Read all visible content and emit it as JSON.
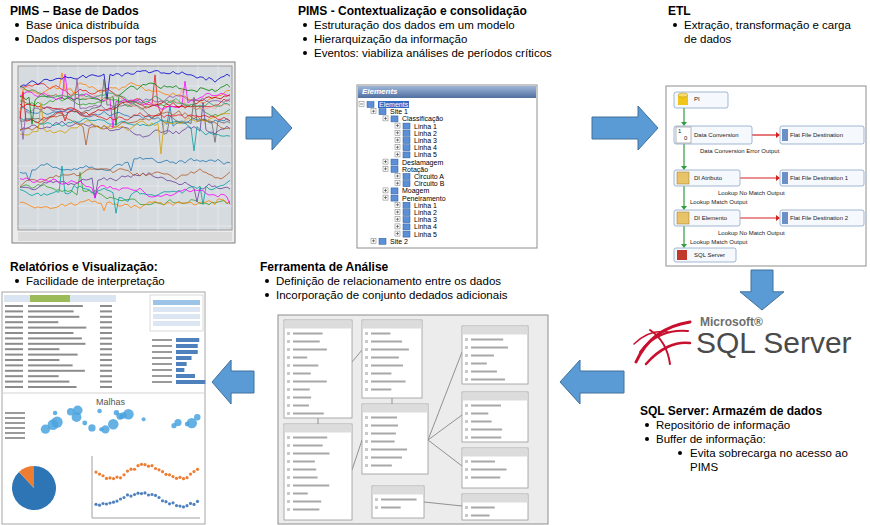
{
  "diagram": {
    "nodes": [
      {
        "text": [
          "PIMS – Base de Dados",
          "Base única distribuída",
          "Dados dispersos por tags"
        ]
      },
      {
        "text": [
          "PIMS - Contextualização e consolidação",
          "Estruturação dos dados em um modelo",
          "Hierarquização da informação",
          "Eventos: viabiliza análises de períodos críticos"
        ]
      },
      {
        "text": [
          "ETL",
          "Extração, transformação e carga de dados"
        ]
      },
      {
        "text": [
          "SQL Server: Armazém de dados",
          "Repositório de informação",
          "Buffer de informação:",
          "Evita sobrecarga no acesso ao PIMS"
        ]
      },
      {
        "text": [
          "Ferramenta de Análise",
          "Definição de relacionamento entre os dados",
          "Incorporação de conjunto dedados adicionais"
        ]
      },
      {
        "text": [
          "Relatórios e Visualização:",
          "Facilidade de interpretação"
        ]
      }
    ],
    "edges": [
      {
        "from": 0,
        "to": 1,
        "arrow": "to"
      },
      {
        "from": 1,
        "to": 2,
        "arrow": "to"
      },
      {
        "from": 2,
        "to": 3,
        "arrow": "to"
      },
      {
        "from": 3,
        "to": 4,
        "arrow": "to"
      },
      {
        "from": 4,
        "to": 5,
        "arrow": "to"
      }
    ],
    "labels": [
      "Elements",
      "Elements",
      "Site 1",
      "Classificação",
      "Linha 1",
      "Linha 2",
      "Linha 3",
      "Linha 4",
      "Linha 5",
      "Deslamagem",
      "Rotação",
      "Circuito A",
      "Circuito B",
      "Moagem",
      "Peneiramento",
      "Linha 1",
      "Linha 2",
      "Linha 3",
      "Linha 4",
      "Linha 5",
      "Site 2",
      "PI",
      "1",
      "0",
      "Data Conversion",
      "Data Conversion Error Output",
      "Flat File Destination",
      "DI Atributo",
      "Lookup No Match Output",
      "Flat File Destination 1",
      "Lookup Match Output",
      "DI Elemento",
      "Lookup No Match Output",
      "Flat File Destination 2",
      "Lookup Match Output",
      "SQL Server",
      "Microsoft®",
      "SQL Server",
      "Malhas"
    ]
  }
}
